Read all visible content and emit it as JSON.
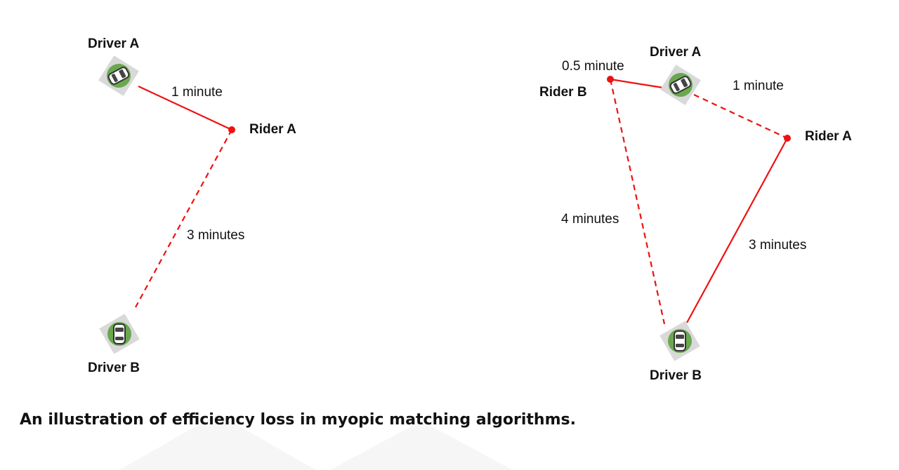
{
  "colors": {
    "edge": "#ee1111",
    "car_circle": "#6aa84f",
    "car_backdrop": "#d9d9d9",
    "text": "#111111",
    "watermark": "#f6f6f6"
  },
  "icons": [
    "car-icon",
    "rider-dot"
  ],
  "left_panel": {
    "driver_a_label": "Driver A",
    "rider_a_label": "Rider A",
    "driver_b_label": "Driver B",
    "edge_driver_a_rider_a": {
      "label": "1 minute",
      "style": "solid"
    },
    "edge_rider_a_driver_b": {
      "label": "3 minutes",
      "style": "dashed"
    }
  },
  "right_panel": {
    "driver_a_label": "Driver A",
    "rider_a_label": "Rider A",
    "rider_b_label": "Rider B",
    "driver_b_label": "Driver B",
    "edge_rider_b_driver_a": {
      "label": "0.5 minute",
      "style": "solid"
    },
    "edge_driver_a_rider_a": {
      "label": "1 minute",
      "style": "dashed"
    },
    "edge_rider_b_driver_b": {
      "label": "4 minutes",
      "style": "dashed"
    },
    "edge_rider_a_driver_b": {
      "label": "3 minutes",
      "style": "solid"
    }
  },
  "caption": "An illustration of efficiency loss in myopic matching algorithms."
}
